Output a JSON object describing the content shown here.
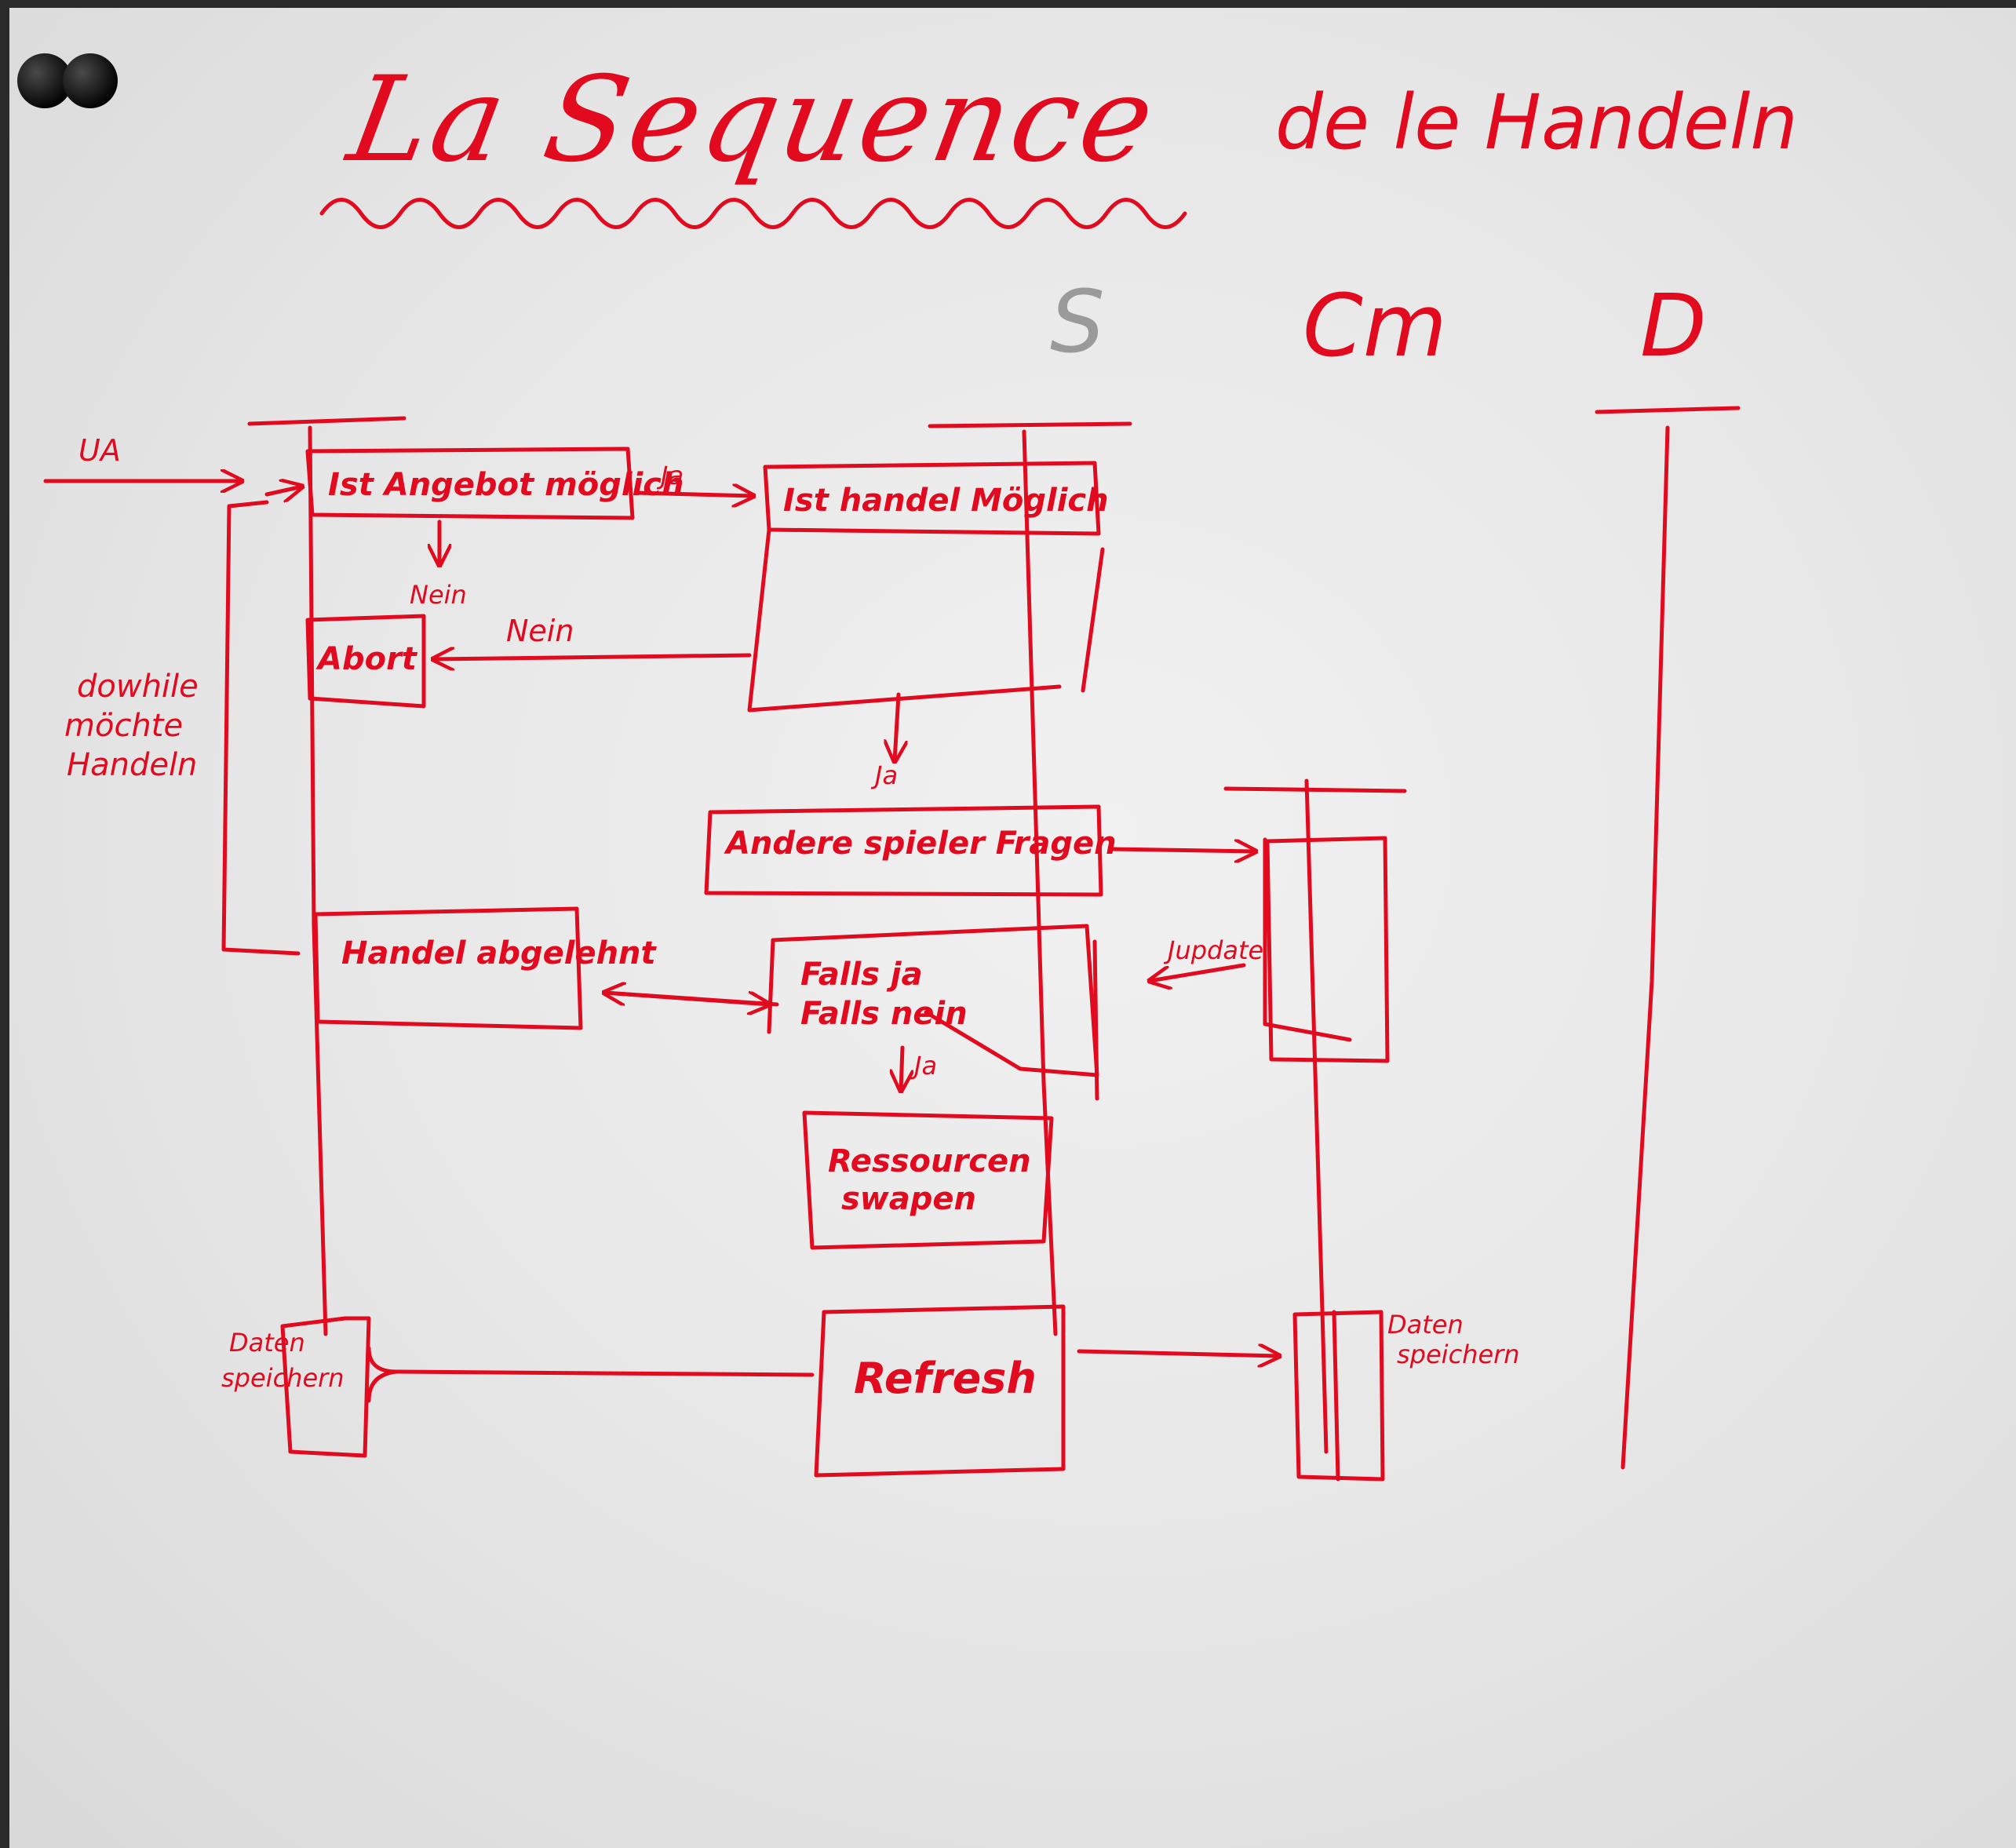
{
  "title": "La Sequence",
  "subtitle": "de le Handeln",
  "lifelines": {
    "s": "S",
    "m": "Cm",
    "d": "D"
  },
  "messages": {
    "ua": "UA",
    "ja_top": "Ja",
    "nein_down": "Nein",
    "nein_back": "Nein",
    "ja_mid": "Ja",
    "ja_low": "Ja",
    "jupdate": "Jupdate"
  },
  "boxes": {
    "angebot": "Ist Angebot möglich",
    "handel_moeglich": "Ist handel Möglich",
    "abort": "Abort",
    "fragen": "Andere spieler Fragen",
    "abgelehnt": "Handel abgelehnt",
    "falls_line1": "Falls ja",
    "falls_line2": "Falls nein",
    "ressourcen_line1": "Ressourcen",
    "ressourcen_line2": "swapen",
    "refresh": "Refresh"
  },
  "notes": {
    "loop_line1": "dowhile",
    "loop_line2": "möchte",
    "loop_line3": "Handeln",
    "daten_left_line1": "Daten",
    "daten_left_line2": "speichern",
    "daten_right_line1": "Daten",
    "daten_right_line2": "speichern"
  },
  "colors": {
    "marker": "#e10a1e",
    "board": "#ececec",
    "frame": "#2a2a2a"
  }
}
